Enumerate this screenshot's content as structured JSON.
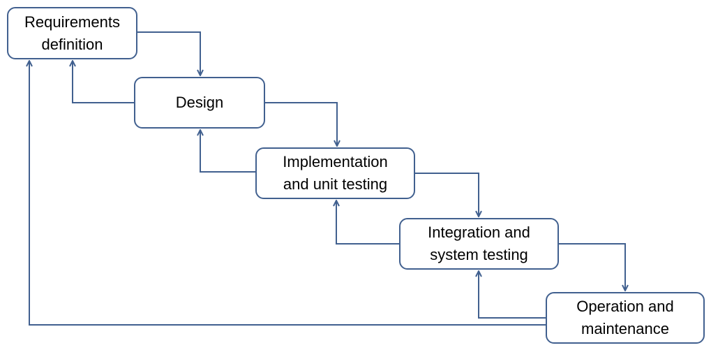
{
  "stages": [
    {
      "id": "requirements",
      "label": "Requirements\ndefinition"
    },
    {
      "id": "design",
      "label": "Design"
    },
    {
      "id": "implementation",
      "label": "Implementation\nand unit testing"
    },
    {
      "id": "integration",
      "label": "Integration and\nsystem testing"
    },
    {
      "id": "operation",
      "label": "Operation and\nmaintenance"
    }
  ],
  "colors": {
    "line": "#41608f",
    "box_border": "#41608f",
    "box_fill": "#ffffff",
    "text": "#000000"
  }
}
